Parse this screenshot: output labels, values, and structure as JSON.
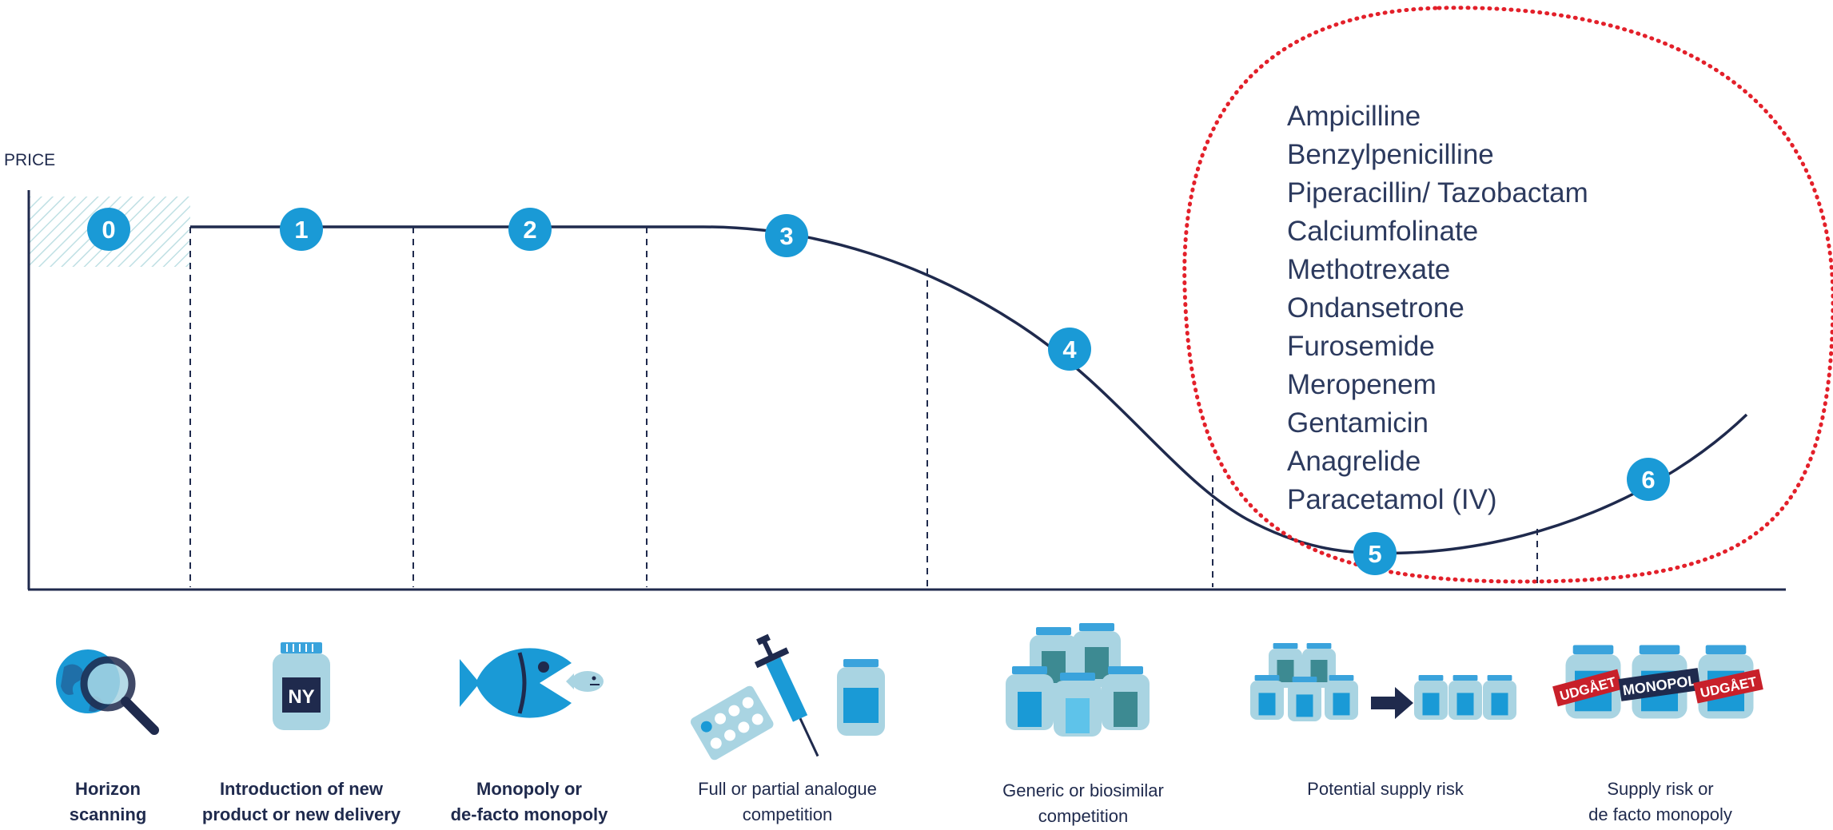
{
  "axis": {
    "y_label": "PRICE"
  },
  "stages": [
    {
      "number": "0",
      "label": "Horizon\nscanning"
    },
    {
      "number": "1",
      "label": "Introduction of new\nproduct or new delivery"
    },
    {
      "number": "2",
      "label": "Monopoly or\nde-facto monopoly"
    },
    {
      "number": "3",
      "label": "Full or partial analogue\ncompetition"
    },
    {
      "number": "4",
      "label": "Generic or biosimilar\ncompetition"
    },
    {
      "number": "5",
      "label": "Potential supply risk"
    },
    {
      "number": "6",
      "label": "Supply risk or\nde facto monopoly"
    }
  ],
  "drugs": [
    "Ampicilline",
    "Benzylpenicilline",
    "Piperacillin/ Tazobactam",
    "Calciumfolinate",
    "Methotrexate",
    "Ondansetrone",
    "Furosemide",
    "Meropenem",
    "Gentamicin",
    "Anagrelide",
    "Paracetamol (IV)"
  ],
  "bottle_badges": {
    "new": "NY",
    "discontinued": "UDGÅET",
    "monopoly": "MONOPOL"
  },
  "colors": {
    "navy": "#1f2a4d",
    "badge_blue": "#1a9ad6",
    "light_blue": "#a9d4e2",
    "mid_blue": "#3aa3dc",
    "teal": "#3d8a92",
    "red_dotted": "#e3202a",
    "red_badge": "#c8202a"
  },
  "icons": [
    "globe-magnifier-icon",
    "jar-new-icon",
    "big-fish-eating-small-fish-icon",
    "pills-syringe-jar-icon",
    "many-jars-icon",
    "jars-arrow-fewer-jars-icon",
    "jars-monopoly-icon"
  ]
}
